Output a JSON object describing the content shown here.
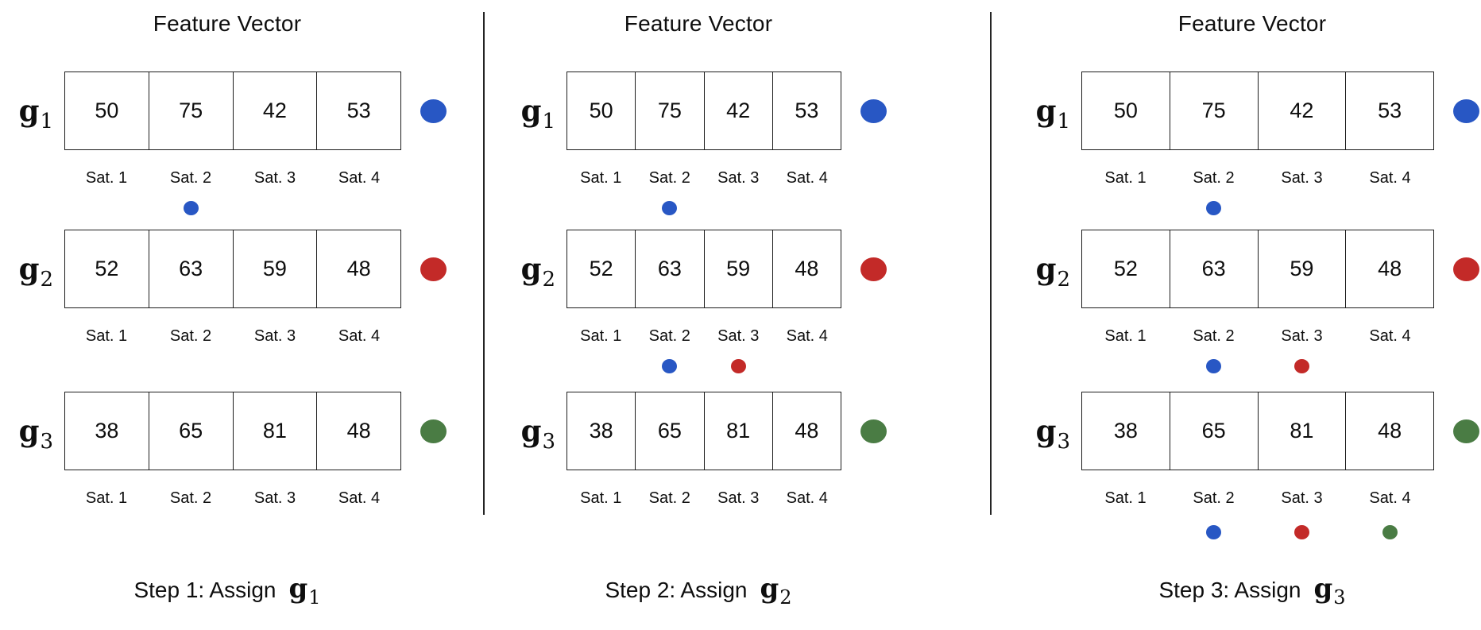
{
  "colors": {
    "blue": "#2857c4",
    "red": "#c32a28",
    "green": "#4a7c44",
    "box_border": "#1d1d1d",
    "divider": "#242424"
  },
  "satellites": [
    "Sat. 1",
    "Sat. 2",
    "Sat. 3",
    "Sat. 4"
  ],
  "panels": [
    {
      "title": "Feature Vector",
      "caption": {
        "prefix": "Step 1: Assign",
        "vector_base": "g",
        "vector_sub": "1"
      },
      "rows": [
        {
          "label": {
            "base": "g",
            "sub": "1"
          },
          "values": [
            "50",
            "75",
            "42",
            "53"
          ],
          "dot": "blue",
          "below": [
            "",
            "blue",
            "",
            ""
          ]
        },
        {
          "label": {
            "base": "g",
            "sub": "2"
          },
          "values": [
            "52",
            "63",
            "59",
            "48"
          ],
          "dot": "red",
          "below": [
            "",
            "",
            "",
            ""
          ]
        },
        {
          "label": {
            "base": "g",
            "sub": "3"
          },
          "values": [
            "38",
            "65",
            "81",
            "48"
          ],
          "dot": "green",
          "below": [
            "",
            "",
            "",
            ""
          ]
        }
      ]
    },
    {
      "title": "Feature Vector",
      "caption": {
        "prefix": "Step 2: Assign",
        "vector_base": "g",
        "vector_sub": "2"
      },
      "rows": [
        {
          "label": {
            "base": "g",
            "sub": "1"
          },
          "values": [
            "50",
            "75",
            "42",
            "53"
          ],
          "dot": "blue",
          "below": [
            "",
            "blue",
            "",
            ""
          ]
        },
        {
          "label": {
            "base": "g",
            "sub": "2"
          },
          "values": [
            "52",
            "63",
            "59",
            "48"
          ],
          "dot": "red",
          "below": [
            "",
            "blue",
            "red",
            ""
          ]
        },
        {
          "label": {
            "base": "g",
            "sub": "3"
          },
          "values": [
            "38",
            "65",
            "81",
            "48"
          ],
          "dot": "green",
          "below": [
            "",
            "",
            "",
            ""
          ]
        }
      ]
    },
    {
      "title": "Feature Vector",
      "caption": {
        "prefix": "Step 3: Assign",
        "vector_base": "g",
        "vector_sub": "3"
      },
      "rows": [
        {
          "label": {
            "base": "g",
            "sub": "1"
          },
          "values": [
            "50",
            "75",
            "42",
            "53"
          ],
          "dot": "blue",
          "below": [
            "",
            "blue",
            "",
            ""
          ]
        },
        {
          "label": {
            "base": "g",
            "sub": "2"
          },
          "values": [
            "52",
            "63",
            "59",
            "48"
          ],
          "dot": "red",
          "below": [
            "",
            "blue",
            "red",
            ""
          ]
        },
        {
          "label": {
            "base": "g",
            "sub": "3"
          },
          "values": [
            "38",
            "65",
            "81",
            "48"
          ],
          "dot": "green",
          "below": [
            "",
            "blue",
            "red",
            "green"
          ]
        }
      ]
    }
  ]
}
